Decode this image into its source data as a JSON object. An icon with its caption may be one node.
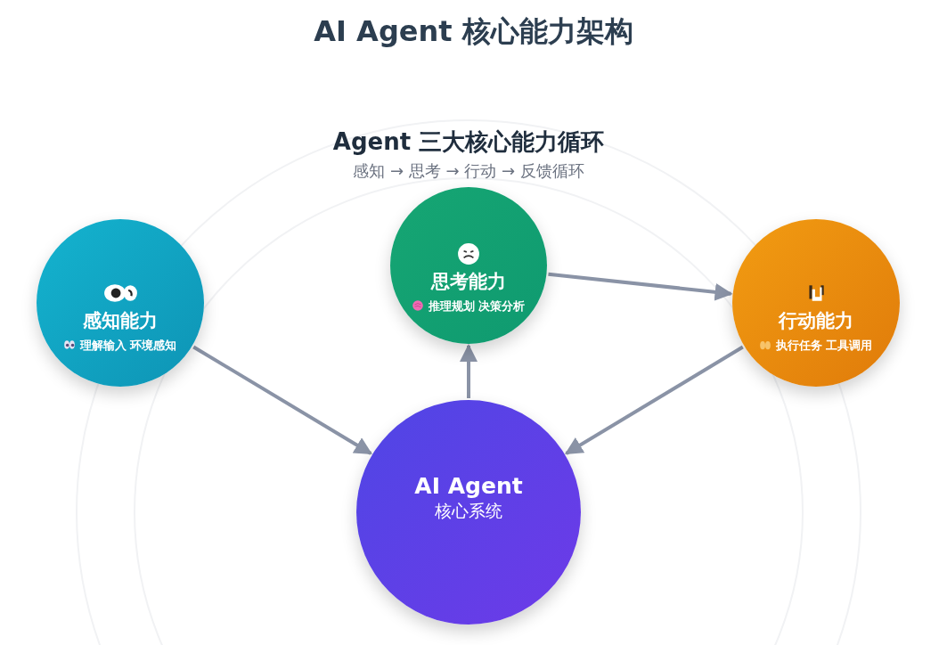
{
  "diagram": {
    "title": "AI Agent 核心能力架构",
    "nodes": [
      {
        "text": [
          "思考能力",
          "推理规划 决策分析"
        ]
      },
      {
        "text": [
          "感知能力",
          "理解输入 环境感知"
        ]
      },
      {
        "text": [
          "行动能力",
          "执行任务 工具调用"
        ]
      },
      {
        "text": [
          "AI Agent",
          "核心系统"
        ]
      }
    ],
    "edges": [
      {
        "from": 1,
        "to": 3,
        "arrow": "to"
      },
      {
        "from": 3,
        "to": 0,
        "arrow": "to"
      },
      {
        "from": 0,
        "to": 2,
        "arrow": "to"
      },
      {
        "from": 2,
        "to": 3,
        "arrow": "to"
      }
    ],
    "labels": [
      "Agent 三大核心能力循环",
      "感知 → 思考 → 行动 → 反馈循环"
    ]
  }
}
